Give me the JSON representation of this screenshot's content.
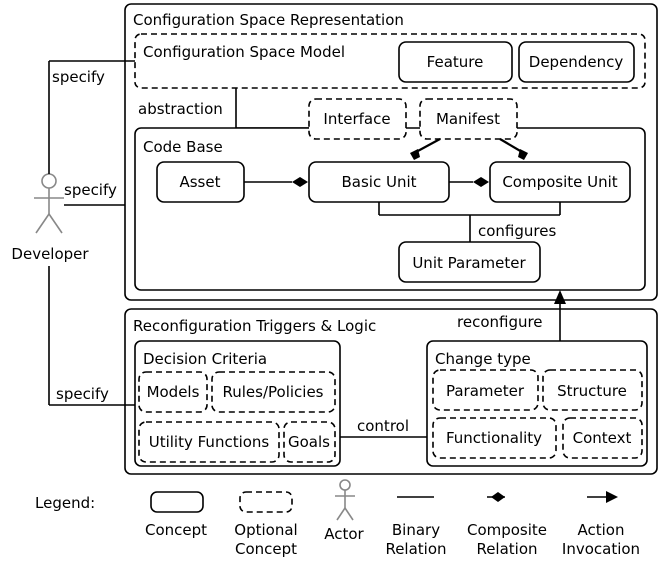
{
  "panels": {
    "config_space_representation": "Configuration Space Representation",
    "config_space_model": "Configuration Space Model",
    "code_base": "Code Base",
    "reconfiguration": "Reconfiguration Triggers & Logic",
    "decision_criteria": "Decision Criteria",
    "change_type": "Change type"
  },
  "concepts": {
    "feature": "Feature",
    "dependency": "Dependency",
    "interface": "Interface",
    "manifest": "Manifest",
    "asset": "Asset",
    "basic_unit": "Basic Unit",
    "composite_unit": "Composite Unit",
    "unit_parameter": "Unit Parameter",
    "models": "Models",
    "rules_policies": "Rules/Policies",
    "utility_functions": "Utility Functions",
    "goals": "Goals",
    "parameter": "Parameter",
    "structure": "Structure",
    "functionality": "Functionality",
    "context": "Context"
  },
  "relations": {
    "specify_top": "specify",
    "specify_mid": "specify",
    "specify_bottom": "specify",
    "abstraction": "abstraction",
    "configures": "configures",
    "reconfigure": "reconfigure",
    "control": "control"
  },
  "actor": {
    "name": "Developer"
  },
  "legend": {
    "title": "Legend:",
    "concept": "Concept",
    "optional_concept_1": "Optional",
    "optional_concept_2": "Concept",
    "actor": "Actor",
    "binary_1": "Binary",
    "binary_2": "Relation",
    "composite_1": "Composite",
    "composite_2": "Relation",
    "action_1": "Action",
    "action_2": "Invocation"
  }
}
